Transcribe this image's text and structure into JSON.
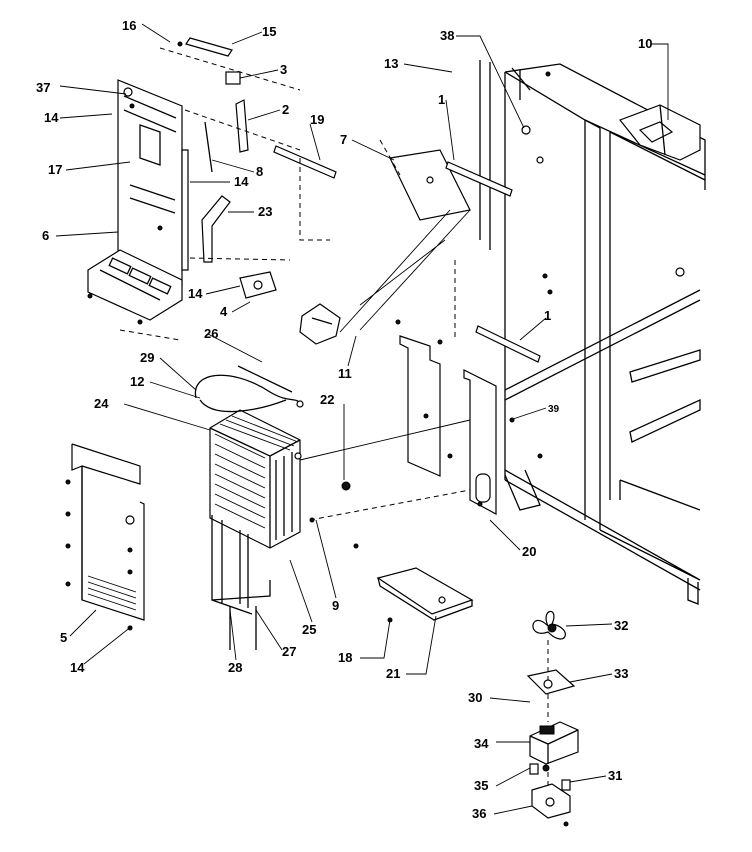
{
  "diagram": {
    "labels": [
      {
        "id": "16",
        "text": "16"
      },
      {
        "id": "15",
        "text": "15"
      },
      {
        "id": "3",
        "text": "3"
      },
      {
        "id": "37",
        "text": "37"
      },
      {
        "id": "14a",
        "text": "14"
      },
      {
        "id": "2",
        "text": "2"
      },
      {
        "id": "19",
        "text": "19"
      },
      {
        "id": "17",
        "text": "17"
      },
      {
        "id": "8",
        "text": "8"
      },
      {
        "id": "14b",
        "text": "14"
      },
      {
        "id": "23",
        "text": "23"
      },
      {
        "id": "6",
        "text": "6"
      },
      {
        "id": "14c",
        "text": "14"
      },
      {
        "id": "4",
        "text": "4"
      },
      {
        "id": "26",
        "text": "26"
      },
      {
        "id": "29",
        "text": "29"
      },
      {
        "id": "12",
        "text": "12"
      },
      {
        "id": "24",
        "text": "24"
      },
      {
        "id": "7",
        "text": "7"
      },
      {
        "id": "13",
        "text": "13"
      },
      {
        "id": "38",
        "text": "38"
      },
      {
        "id": "1a",
        "text": "1"
      },
      {
        "id": "10",
        "text": "10"
      },
      {
        "id": "11",
        "text": "11"
      },
      {
        "id": "1b",
        "text": "1"
      },
      {
        "id": "22",
        "text": "22"
      },
      {
        "id": "39",
        "text": "39"
      },
      {
        "id": "25",
        "text": "25"
      },
      {
        "id": "9",
        "text": "9"
      },
      {
        "id": "20",
        "text": "20"
      },
      {
        "id": "5",
        "text": "5"
      },
      {
        "id": "14d",
        "text": "14"
      },
      {
        "id": "28",
        "text": "28"
      },
      {
        "id": "27",
        "text": "27"
      },
      {
        "id": "18",
        "text": "18"
      },
      {
        "id": "21",
        "text": "21"
      },
      {
        "id": "32",
        "text": "32"
      },
      {
        "id": "33",
        "text": "33"
      },
      {
        "id": "30",
        "text": "30"
      },
      {
        "id": "34",
        "text": "34"
      },
      {
        "id": "35",
        "text": "35"
      },
      {
        "id": "31",
        "text": "31"
      },
      {
        "id": "36",
        "text": "36"
      }
    ]
  }
}
